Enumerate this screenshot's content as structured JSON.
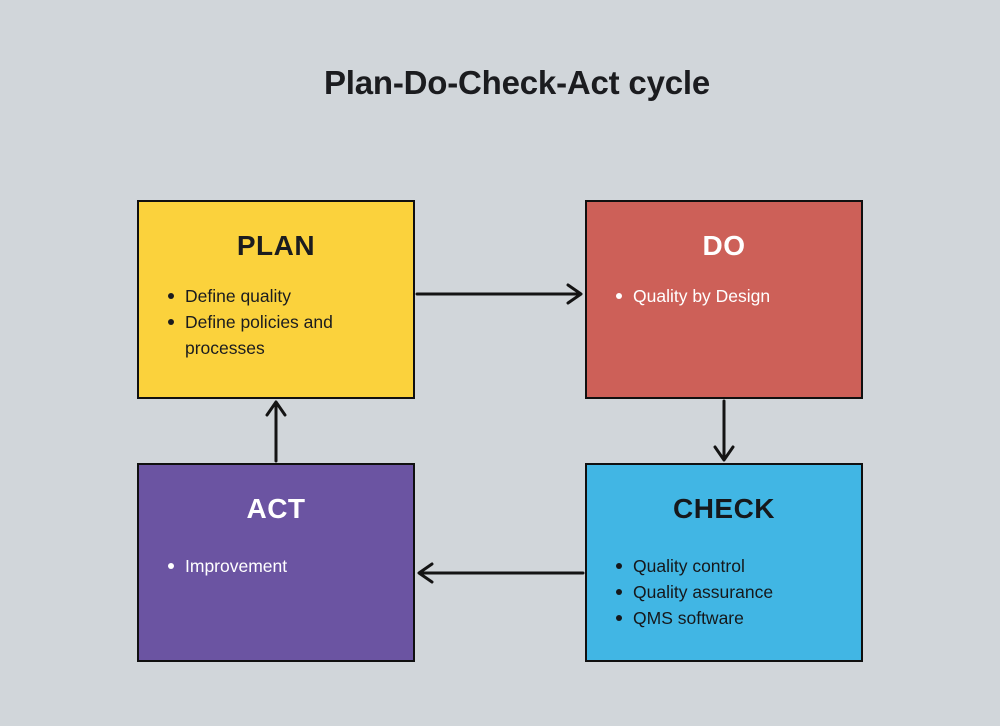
{
  "title": "Plan-Do-Check-Act cycle",
  "boxes": {
    "plan": {
      "label": "PLAN",
      "items": [
        "Define quality",
        "Define policies and processes"
      ],
      "fill": "#FBD23C",
      "text_color": "#1B1C1F"
    },
    "do": {
      "label": "DO",
      "items": [
        "Quality by Design"
      ],
      "fill": "#CD6058",
      "text_color": "#FFFFFF"
    },
    "check": {
      "label": "CHECK",
      "items": [
        "Quality control",
        "Quality assurance",
        "QMS software"
      ],
      "fill": "#41B6E4",
      "text_color": "#16181B"
    },
    "act": {
      "label": "ACT",
      "items": [
        "Improvement"
      ],
      "fill": "#6B54A2",
      "text_color": "#FFFFFF"
    }
  },
  "arrows": [
    {
      "name": "plan-to-do",
      "from": "PLAN",
      "to": "DO",
      "direction": "right"
    },
    {
      "name": "do-to-check",
      "from": "DO",
      "to": "CHECK",
      "direction": "down"
    },
    {
      "name": "check-to-act",
      "from": "CHECK",
      "to": "ACT",
      "direction": "left"
    },
    {
      "name": "act-to-plan",
      "from": "ACT",
      "to": "PLAN",
      "direction": "up"
    }
  ],
  "colors": {
    "background": "#D1D6DA",
    "box_border": "#101010",
    "arrow": "#141414",
    "title_text": "#1B1C1F"
  }
}
